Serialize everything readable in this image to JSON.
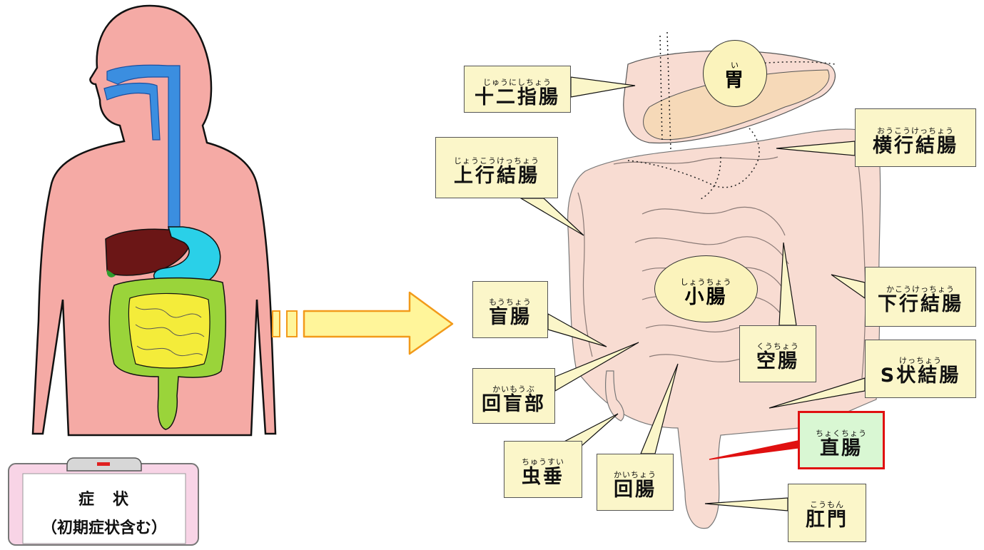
{
  "labels": {
    "duodenum": {
      "ruby": "じゅうにしちょう",
      "text": "十二指腸"
    },
    "stomach": {
      "ruby": "い",
      "text": "胃"
    },
    "ascending_colon": {
      "ruby": "じょうこうけっちょう",
      "text": "上行結腸"
    },
    "transverse_colon": {
      "ruby": "おうこうけっちょう",
      "text": "横行結腸"
    },
    "small_intestine": {
      "ruby": "しょうちょう",
      "text": "小腸"
    },
    "descending_colon": {
      "ruby": "かこうけっちょう",
      "text": "下行結腸"
    },
    "cecum": {
      "ruby": "もうちょう",
      "text": "盲腸"
    },
    "jejunum": {
      "ruby": "くうちょう",
      "text": "空腸"
    },
    "sigmoid_colon": {
      "ruby": "けっちょう",
      "text": "S状結腸"
    },
    "ileocecal": {
      "ruby": "かいもうぶ",
      "text": "回盲部"
    },
    "rectum": {
      "ruby": "ちょくちょう",
      "text": "直腸"
    },
    "appendix": {
      "ruby": "ちゅうすい",
      "text": "虫垂"
    },
    "ileum": {
      "ruby": "かいちょう",
      "text": "回腸"
    },
    "anus": {
      "ruby": "こうもん",
      "text": "肛門"
    }
  },
  "clipboard": {
    "title": "症　状",
    "subtitle": "（初期症状含む）"
  },
  "colors": {
    "body": "#f5aaa5",
    "esophagus": "#3b8ee0",
    "liver": "#6b1616",
    "stomach_organ": "#2ad0e8",
    "large_intestine": "#9ad43a",
    "small_intestine_organ": "#f4ec3a",
    "label_bg": "#fbf6c9",
    "rectum_border": "#e01010",
    "rectum_bg": "#d9f7d3",
    "arrow_fill": "#fff59a",
    "arrow_stroke": "#f29a1a",
    "gut": "#f8dcd2"
  }
}
